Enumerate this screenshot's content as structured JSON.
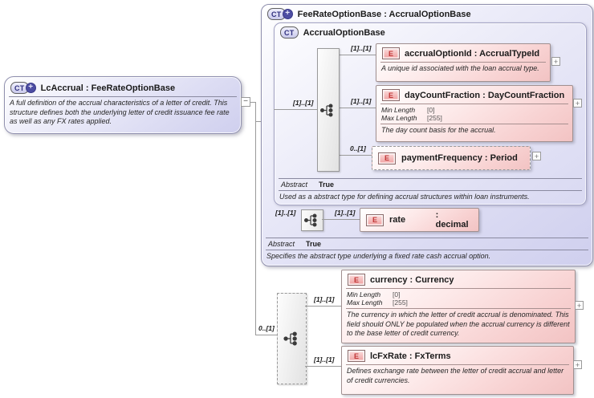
{
  "icons": {
    "ct": "CT",
    "element": "E",
    "plus": "+",
    "minus": "−",
    "expand": "+"
  },
  "lcAccrual": {
    "title": "LcAccrual : FeeRateOptionBase",
    "annotation": "A full definition of the accrual characteristics of a letter of credit. This structure defines both the underlying letter of credit issuance fee rate as well as any FX rates applied."
  },
  "feeRateOptionBase": {
    "title": "FeeRateOptionBase : AccrualOptionBase",
    "abstract_label": "Abstract",
    "abstract_value": "True",
    "annotation": "Specifies the abstract type underlying a fixed rate cash accrual option."
  },
  "accrualOptionBase": {
    "title": "AccrualOptionBase",
    "abstract_label": "Abstract",
    "abstract_value": "True",
    "annotation": "Used as a abstract type for defining accrual structures within loan instruments."
  },
  "elements": {
    "accrualOptionId": {
      "title": "accrualOptionId : AccrualTypeId",
      "annotation": "A unique id associated with the loan accrual type."
    },
    "dayCountFraction": {
      "title": "dayCountFraction : DayCountFraction",
      "facets": [
        {
          "label": "Min Length",
          "value": "[0]"
        },
        {
          "label": "Max Length",
          "value": "[255]"
        }
      ],
      "annotation": "The day count basis for the accrual."
    },
    "paymentFrequency": {
      "title": "paymentFrequency : Period"
    },
    "rate": {
      "name": "rate",
      "type": ": decimal"
    },
    "currency": {
      "title": "currency : Currency",
      "facets": [
        {
          "label": "Min Length",
          "value": "[0]"
        },
        {
          "label": "Max Length",
          "value": "[255]"
        }
      ],
      "annotation": "The currency in which the letter of credit accrual is denominated. This field should ONLY be populated when the accrual currency is different to the base letter of credit currency."
    },
    "lcFxRate": {
      "title": "lcFxRate : FxTerms",
      "annotation": "Defines exchange rate between the letter of credit accrual and letter of credit currencies."
    }
  },
  "cardinalities": {
    "base_seq": "[1]..[1]",
    "accrualOptionId": "[1]..[1]",
    "dayCountFraction": "[1]..[1]",
    "paymentFrequency": "0..[1]",
    "rate_left": "[1]..[1]",
    "rate_right": "[1]..[1]",
    "fx_group": "0..[1]",
    "currency": "[1]..[1]",
    "lcFxRate": "[1]..[1]"
  }
}
